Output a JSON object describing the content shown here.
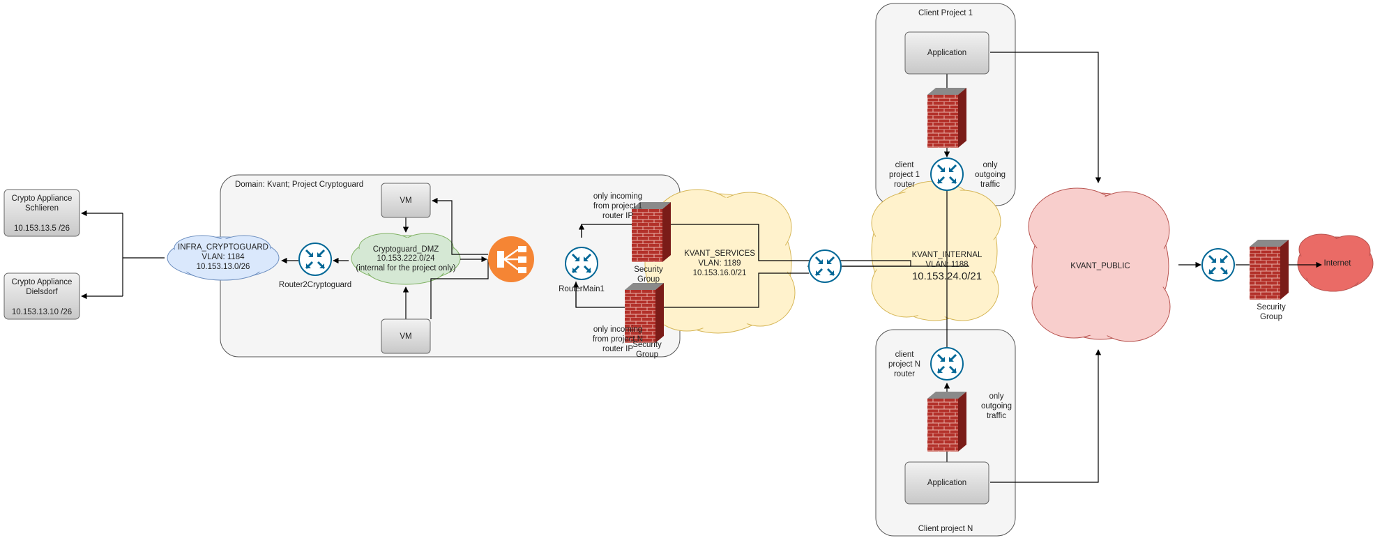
{
  "domain_group": {
    "label": "Domain: Kvant;  Project Cryptoguard"
  },
  "client1": {
    "title": "Client Project 1",
    "app": "Application",
    "router_label": [
      "client",
      "project 1",
      "router"
    ],
    "note": [
      "only",
      "outgoing",
      "traffic"
    ]
  },
  "clientN": {
    "title": "Client project N",
    "app": "Application",
    "router_label": [
      "client",
      "project N",
      "router"
    ],
    "note": [
      "only",
      "outgoing",
      "traffic"
    ]
  },
  "appliances": [
    {
      "name": [
        "Crypto Appliance",
        "Schlieren"
      ],
      "ip": "10.153.13.5 /26"
    },
    {
      "name": [
        "Crypto Appliance",
        "Dielsdorf"
      ],
      "ip": "10.153.13.10 /26"
    }
  ],
  "infra_cloud": [
    "INFRA_CRYPTOGUARD",
    "VLAN: 1184",
    "10.153.13.0/26"
  ],
  "router2": "Router2Cryptoguard",
  "dmz_cloud": [
    "Cryptoguard_DMZ",
    "10.153.222.0/24",
    "(internal for the project only)"
  ],
  "vm_top": "VM",
  "vm_bottom": "VM",
  "router_main": "RouterMain1",
  "note_p1": [
    "only incoming",
    "from project 1",
    "router IP"
  ],
  "note_pN": [
    "only incoming",
    "from project N",
    "router IP"
  ],
  "sg_top": [
    "Security",
    "Group"
  ],
  "sg_bottom": [
    "Security",
    "Group"
  ],
  "services_cloud": [
    "KVANT_SERVICES",
    "VLAN:  1189",
    "10.153.16.0/21"
  ],
  "internal_cloud": [
    "KVANT_INTERNAL",
    "VLAN:  1188",
    "10.153.24.0/21"
  ],
  "public_cloud": "KVANT_PUBLIC",
  "sg_public": [
    "Security",
    "Group"
  ],
  "internet_cloud": "Internet",
  "colors": {
    "yellow_cloud": "#fff2cc",
    "blue_cloud": "#dae8fc",
    "green_cloud": "#d5e8d4",
    "pink_cloud": "#f8cecc",
    "red_cloud": "#ea6b66",
    "router": "#036897",
    "lb": "#f58534"
  }
}
